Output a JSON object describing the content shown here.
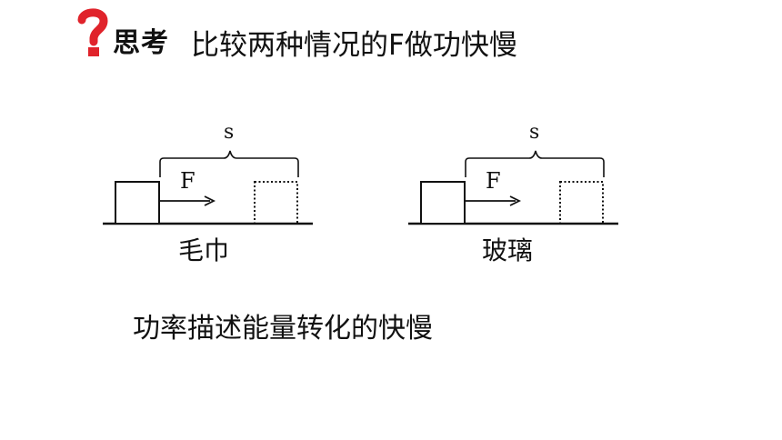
{
  "header": {
    "icon": "question-mark-icon",
    "accent_color": "#e0232b",
    "think_label": "思考",
    "title": "比较两种情况的F做功快慢"
  },
  "diagrams": [
    {
      "caption": "毛巾",
      "force_label": "F",
      "distance_label": "s",
      "surface": "towel"
    },
    {
      "caption": "玻璃",
      "force_label": "F",
      "distance_label": "s",
      "surface": "glass"
    }
  ],
  "conclusion": "功率描述能量转化的快慢"
}
